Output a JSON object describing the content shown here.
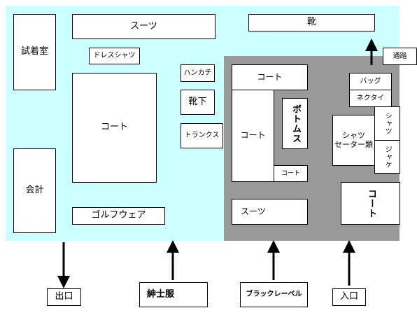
{
  "colors": {
    "floor": "#ccffff",
    "black_label_area": "#999999",
    "box_fill": "#ffffff",
    "border": "#000000"
  },
  "areas": {
    "fitting_room": "試着室",
    "checkout": "会計",
    "suits_top": "スーツ",
    "dress_shirts": "ドレスシャツ",
    "coat_main": "コート",
    "golf_wear": "ゴルフウェア",
    "handkerchief": "ハンカチ",
    "socks": "靴下",
    "trunks": "トランクス",
    "shoes": "靴",
    "passage": "通路",
    "bl_coat_top": "コート",
    "bl_coat_left": "コート",
    "bl_bottoms": "ボトムス",
    "bl_coat_small": "コート",
    "bl_suits": "スーツ",
    "bags": "バッグ",
    "neckties": "ネクタイ",
    "shirts_sweaters": "シャツ\nセーター類",
    "shirts_vertical": "シャツ",
    "jackets_vertical": "ジャケ",
    "coat_right": "コート"
  },
  "bottom_labels": {
    "exit": "出口",
    "mens_clothing": "紳士服",
    "black_label": "ブラックレーベル",
    "entrance": "入口"
  }
}
